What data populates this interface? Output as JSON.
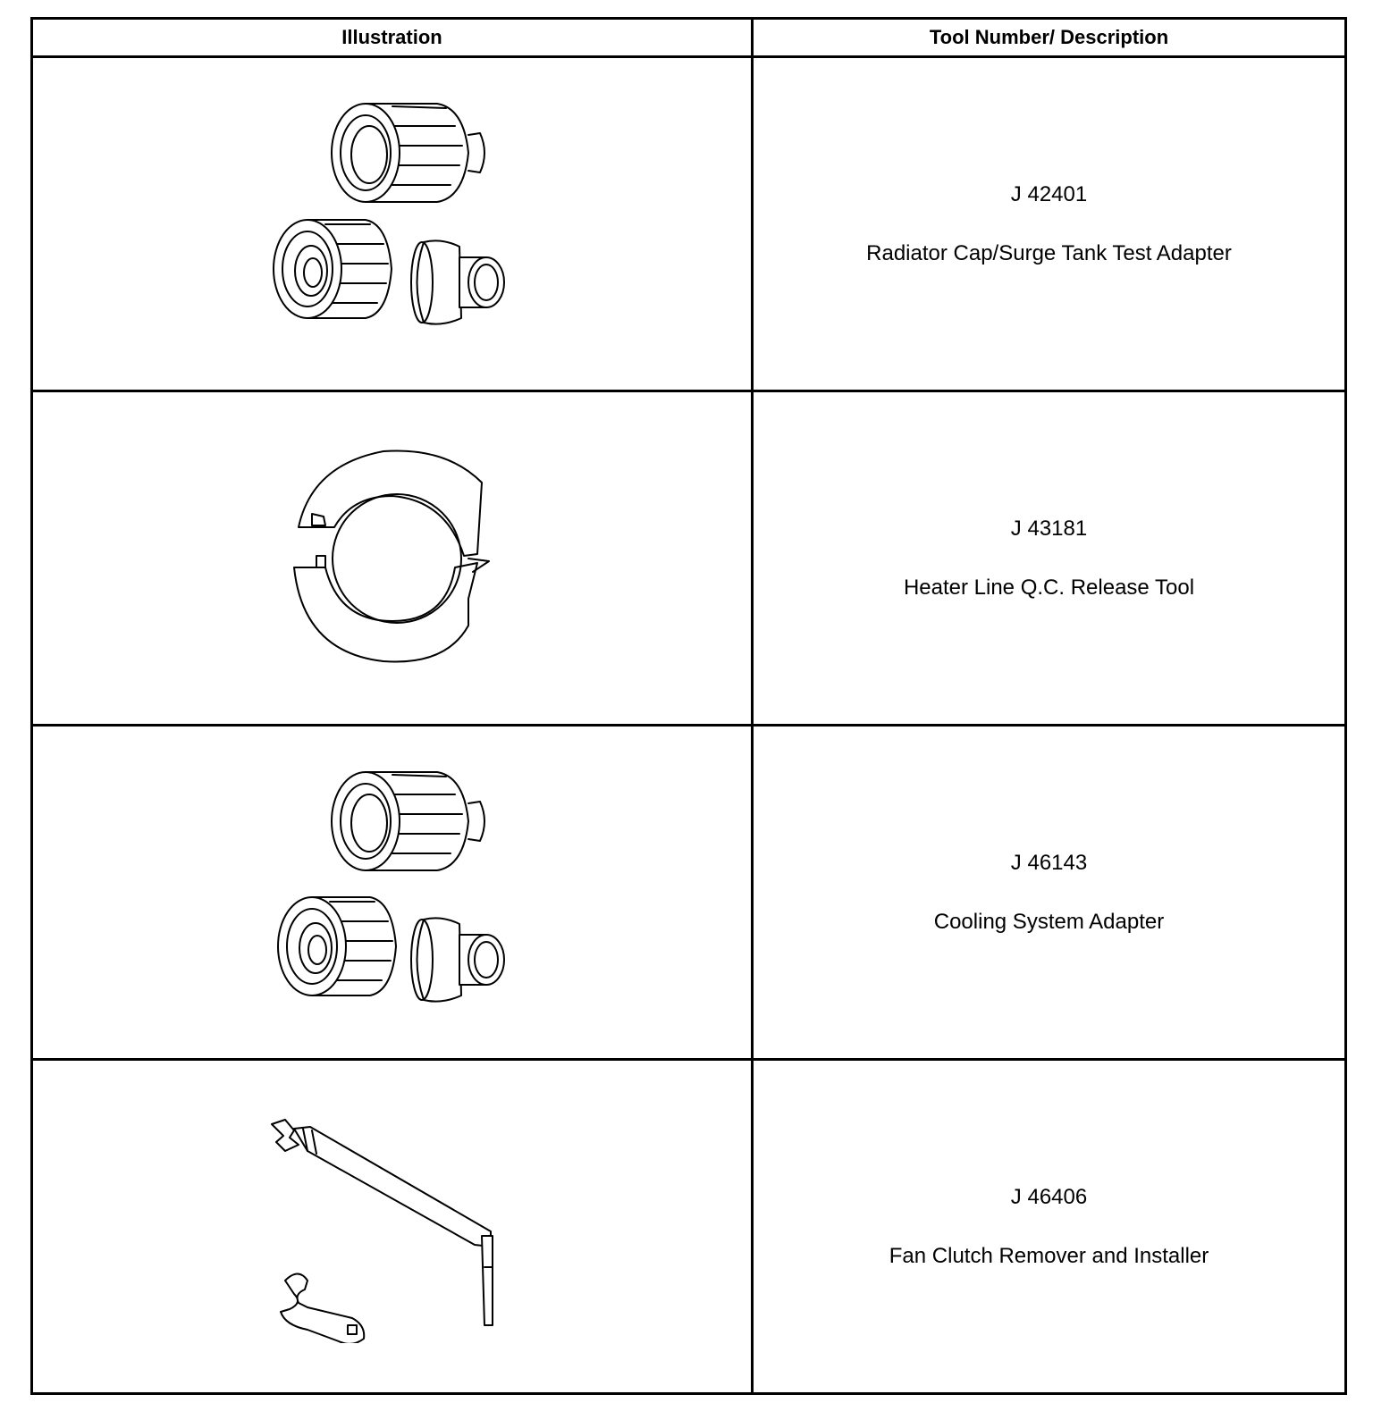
{
  "headers": {
    "illustration": "Illustration",
    "description": "Tool Number/ Description"
  },
  "rows": [
    {
      "number": "J 42401",
      "description": "Radiator Cap/Surge Tank Test Adapter",
      "illustration_icon": "adapter-set-icon"
    },
    {
      "number": "J 43181",
      "description": "Heater Line Q.C. Release Tool",
      "illustration_icon": "release-tool-icon"
    },
    {
      "number": "J 46143",
      "description": "Cooling System Adapter",
      "illustration_icon": "adapter-set-icon"
    },
    {
      "number": "J 46406",
      "description": "Fan Clutch Remover and Installer",
      "illustration_icon": "wrench-tool-icon"
    }
  ]
}
